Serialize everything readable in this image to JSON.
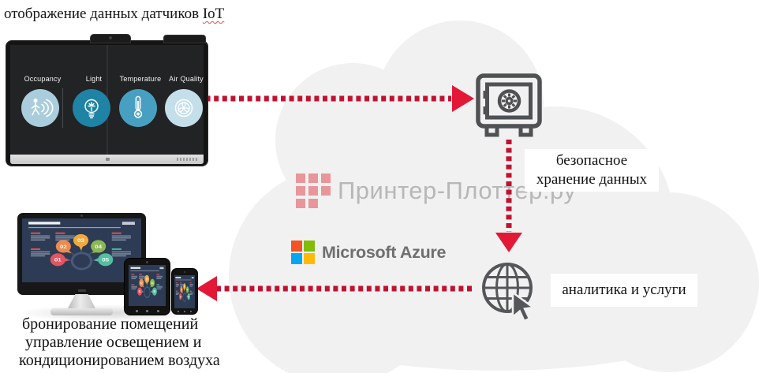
{
  "header": {
    "text_main": "отображение данных датчиков ",
    "text_iot": "IoT"
  },
  "display": {
    "sensors": [
      {
        "label": "Occupancy",
        "color": "#a9cddc"
      },
      {
        "label": "Light",
        "color": "#1f83a5"
      },
      {
        "label": "Temperature",
        "color": "#47a0c1"
      },
      {
        "label": "Air Quality",
        "color": "#c4dfe9"
      }
    ]
  },
  "cloud": {
    "storage_line1": "безопасное",
    "storage_line2": "хранение данных",
    "analytics_label": "аналитика и услуги"
  },
  "azure": {
    "label": "Microsoft Azure",
    "square_colors": [
      "#f35325",
      "#81bc06",
      "#05a6f0",
      "#ffba08"
    ]
  },
  "watermark": {
    "text": "Принтер-Плоттер.ру",
    "square_color": "#e8969a",
    "text_color": "#b7b7b7"
  },
  "caption": {
    "line1": "бронирование помещений",
    "line2": "управление освещением и",
    "line3": "кондиционированием воздуха"
  },
  "infographic": {
    "numbers": [
      "01",
      "02",
      "03",
      "04",
      "05"
    ],
    "balloon_colors": [
      "#e25562",
      "#ee8a4b",
      "#f2a93c",
      "#8cb854",
      "#53c0a0"
    ]
  },
  "colors": {
    "cloud": "#f1f1f1",
    "arrow_dash": "#c2112f",
    "arrow_head": "#e31837",
    "icon_stroke": "#55565a",
    "device_screen": "#2d3c54"
  }
}
